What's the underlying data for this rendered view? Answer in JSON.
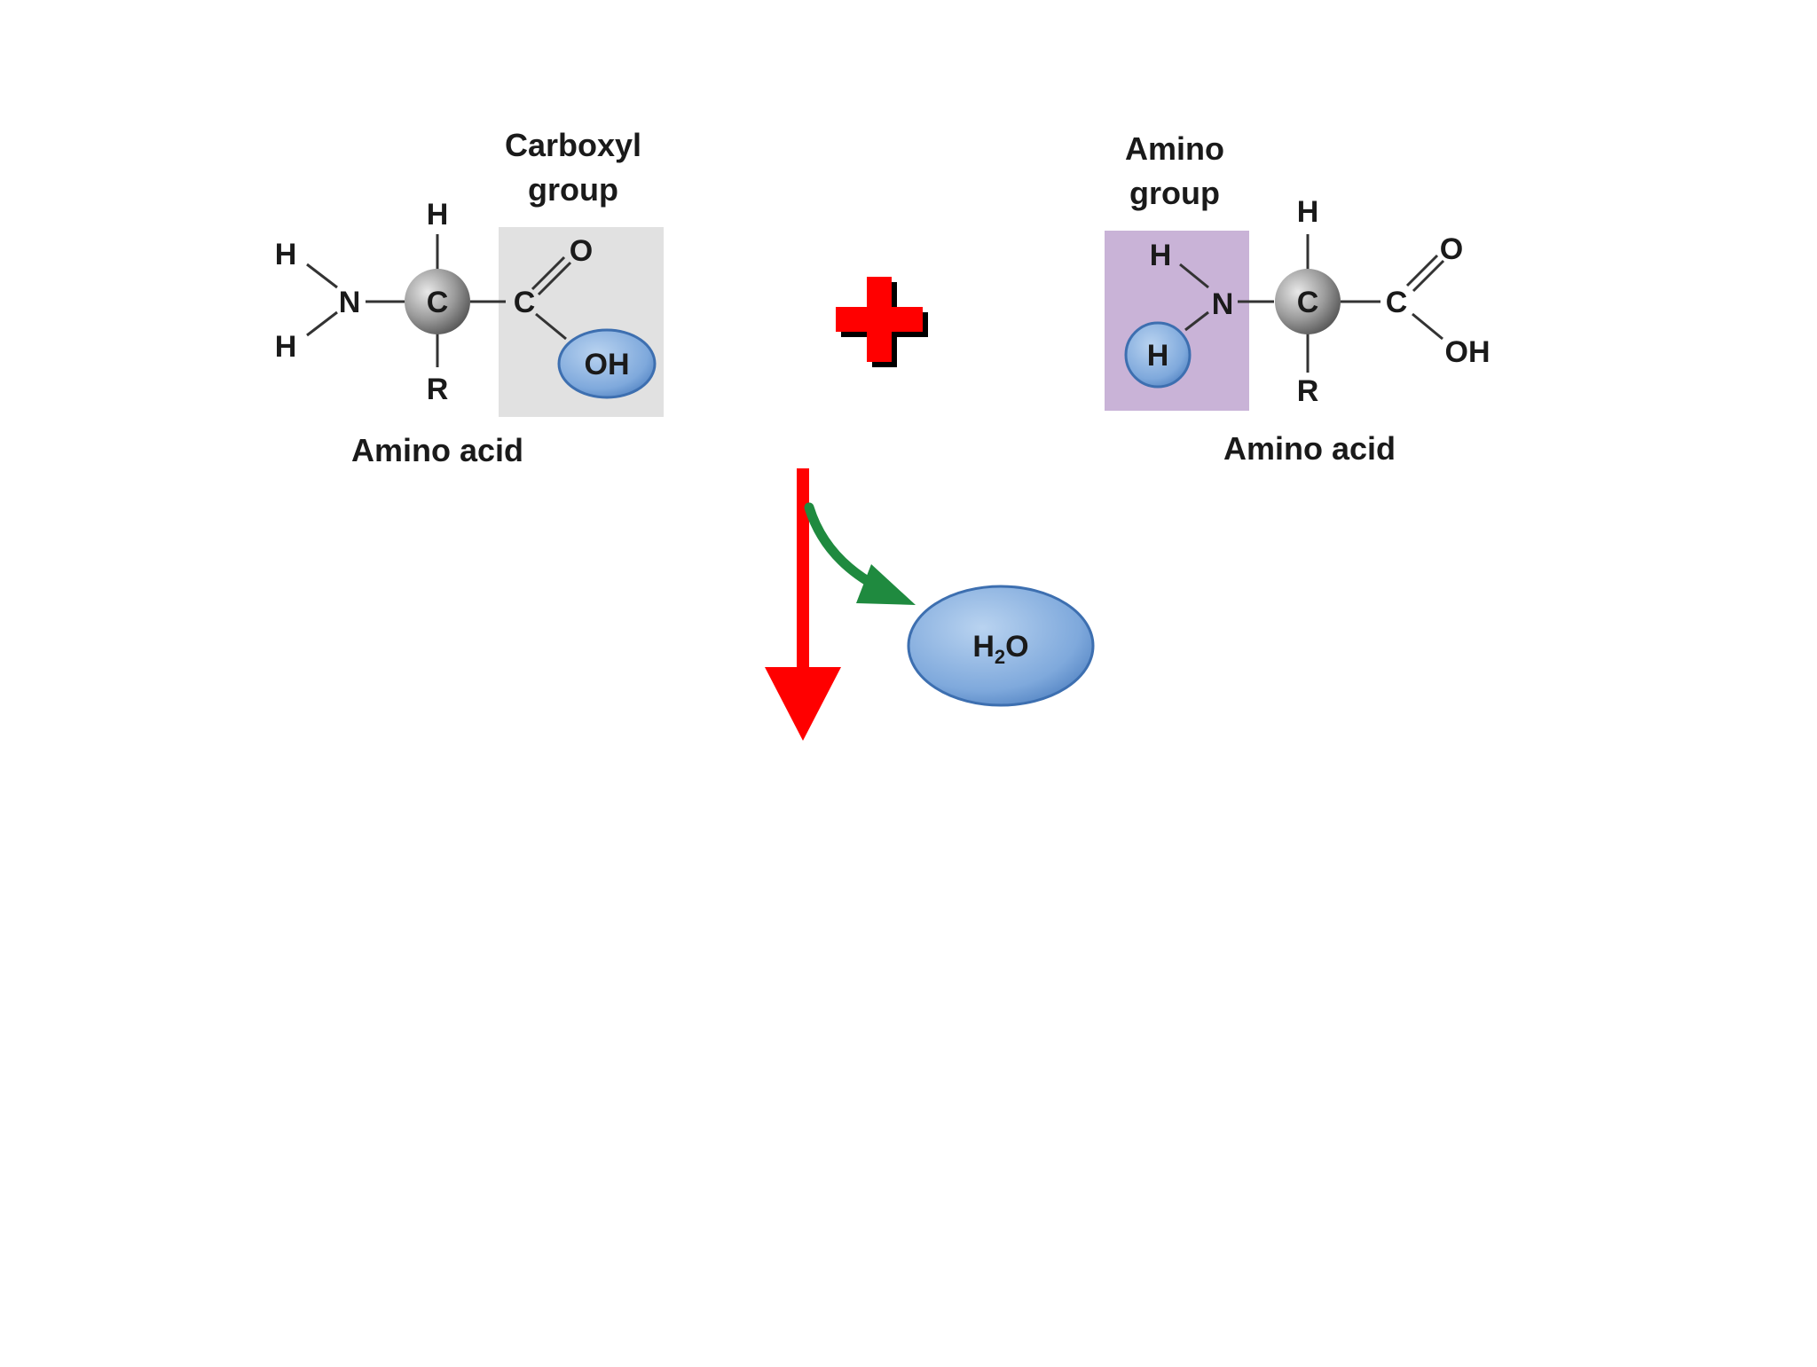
{
  "left_molecule": {
    "group_label_line1": "Carboxyl",
    "group_label_line2": "group",
    "atoms": {
      "h_top": "H",
      "h_left_top": "H",
      "h_left_bottom": "H",
      "n": "N",
      "c_alpha": "C",
      "c_carbonyl": "C",
      "o": "O",
      "oh": "OH",
      "r": "R"
    },
    "caption": "Amino acid",
    "highlight_color": "#e1e1e1"
  },
  "plus": {
    "symbol": "+",
    "color": "#ff0000"
  },
  "right_molecule": {
    "group_label_line1": "Amino",
    "group_label_line2": "group",
    "atoms": {
      "h_top": "H",
      "h_n": "H",
      "h_circle": "H",
      "n": "N",
      "c_alpha": "C",
      "c_carbonyl": "C",
      "o": "O",
      "oh": "OH",
      "r": "R"
    },
    "caption": "Amino acid",
    "highlight_color": "#c9b3d7"
  },
  "water": {
    "text_main": "H",
    "text_sub": "2",
    "text_tail": "O",
    "color": "#7fa9dc"
  },
  "arrows": {
    "reaction_arrow_color": "#ff0000",
    "release_arrow_color": "#1f8a3f"
  },
  "colors": {
    "atom_circle": "#bdbdbd",
    "bond": "#333333"
  }
}
